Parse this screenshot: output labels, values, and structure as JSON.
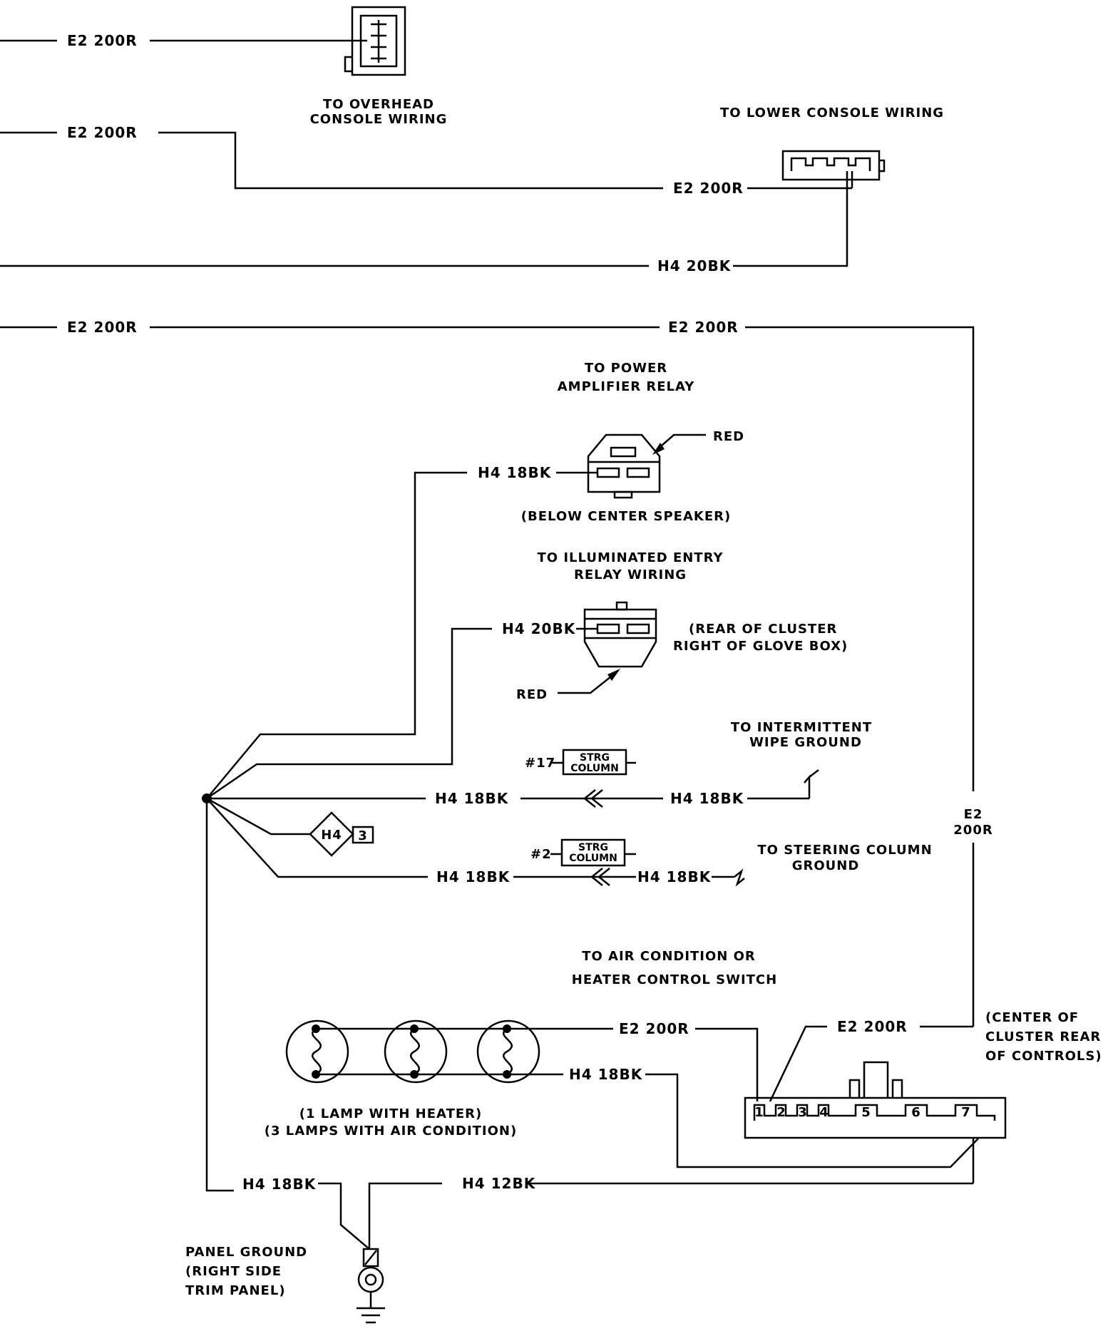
{
  "wires": {
    "e2_200r": "E2 200R",
    "h4_20bk": "H4 20BK",
    "h4_18bk": "H4 18BK",
    "h4_12bk": "H4 12BK",
    "e2_vertical_top": "E2",
    "e2_vertical_bottom": "200R"
  },
  "connectors": {
    "overhead_console": [
      "TO OVERHEAD",
      "CONSOLE WIRING"
    ],
    "lower_console": "TO LOWER CONSOLE WIRING",
    "power_amp_relay": [
      "TO POWER",
      "AMPLIFIER RELAY"
    ],
    "red": "RED",
    "below_center_speaker": "(BELOW CENTER SPEAKER)",
    "illuminated_entry": [
      "TO ILLUMINATED ENTRY",
      "RELAY WIRING"
    ],
    "rear_of_cluster": [
      "(REAR OF CLUSTER",
      "RIGHT OF GLOVE BOX)"
    ],
    "intermittent_wipe": [
      "TO INTERMITTENT",
      "WIPE GROUND"
    ],
    "steering_column_ground": [
      "TO STEERING COLUMN",
      "GROUND"
    ],
    "strg_column": [
      "STRG",
      "COLUMN"
    ],
    "strg_17": "#17",
    "strg_2": "#2",
    "splice_h4": "H4",
    "splice_3": "3",
    "ac_heater_switch": [
      "TO AIR CONDITION OR",
      "HEATER CONTROL SWITCH"
    ],
    "center_cluster": [
      "(CENTER OF",
      "CLUSTER REAR",
      "OF CONTROLS)"
    ],
    "lamps": [
      "(1 LAMP WITH HEATER)",
      "(3 LAMPS WITH AIR CONDITION)"
    ],
    "panel_ground": [
      "PANEL GROUND",
      "(RIGHT SIDE",
      "TRIM PANEL)"
    ],
    "switch_pins": [
      "1",
      "2",
      "3",
      "4",
      "5",
      "6",
      "7"
    ]
  }
}
